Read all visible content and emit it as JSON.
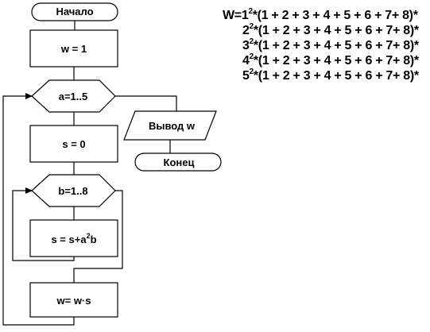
{
  "flowchart": {
    "start": "Начало",
    "init_w": "w = 1",
    "loop_a": "a=1..5",
    "output": "Вывод w",
    "end": "Конец",
    "init_s": "s = 0",
    "loop_b": "b=1..8",
    "update_s": {
      "prefix": "s = s+a",
      "sup": "2",
      "suffix": "b"
    },
    "update_w": "w= w·s"
  },
  "formula": {
    "lead": "W=",
    "sum_expr": "*(1 + 2 + 3 + 4 + 5 + 6 + 7+ 8)*",
    "lines": [
      {
        "base": "1",
        "exp": "2"
      },
      {
        "base": "2",
        "exp": "2"
      },
      {
        "base": "3",
        "exp": "2"
      },
      {
        "base": "4",
        "exp": "2"
      },
      {
        "base": "5",
        "exp": "2"
      }
    ]
  }
}
